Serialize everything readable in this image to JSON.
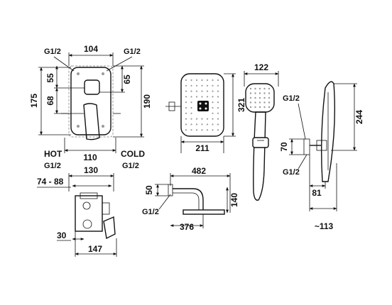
{
  "mixer_front": {
    "dim_width_top": "104",
    "dim_thread_left": "G1/2",
    "dim_thread_right": "G1/2",
    "dim_55": "55",
    "dim_65": "65",
    "dim_175": "175",
    "dim_68": "68",
    "dim_190": "190",
    "dim_width_bottom": "110",
    "hot_label": "HOT",
    "cold_label": "COLD",
    "hot_thread": "G1/2",
    "cold_thread": "G1/2"
  },
  "box_side": {
    "dim_130": "130",
    "dim_74_88": "74 - 88",
    "dim_30": "30",
    "dim_147": "147"
  },
  "shower_head": {
    "dim_211": "211",
    "dim_321": "321"
  },
  "shower_arm": {
    "dim_482": "482",
    "dim_50": "50",
    "dim_140": "140",
    "dim_376": "376",
    "thread": "G1/2"
  },
  "hand_shower": {
    "dim_122": "122"
  },
  "holder": {
    "thread_top": "G1/2",
    "thread_bottom": "G1/2",
    "dim_70": "70",
    "dim_244": "244",
    "dim_81": "81",
    "dim_113": "~113"
  }
}
